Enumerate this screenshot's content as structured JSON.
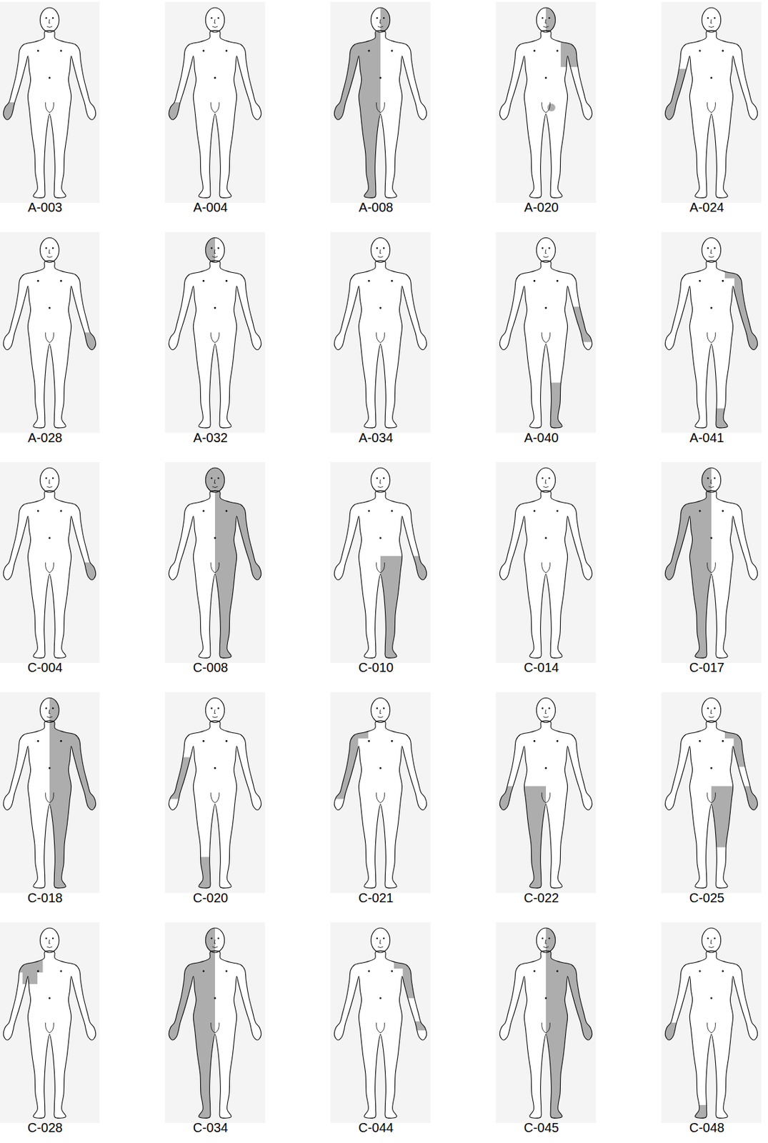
{
  "diagram": {
    "labels": [
      "A-003",
      "A-004",
      "A-008",
      "A-020",
      "A-024",
      "A-028",
      "A-032",
      "A-034",
      "A-040",
      "A-041",
      "C-004",
      "C-008",
      "C-010",
      "C-014",
      "C-017",
      "C-018",
      "C-020",
      "C-021",
      "C-022",
      "C-025",
      "C-028",
      "C-034",
      "C-044",
      "C-045",
      "C-048"
    ]
  }
}
